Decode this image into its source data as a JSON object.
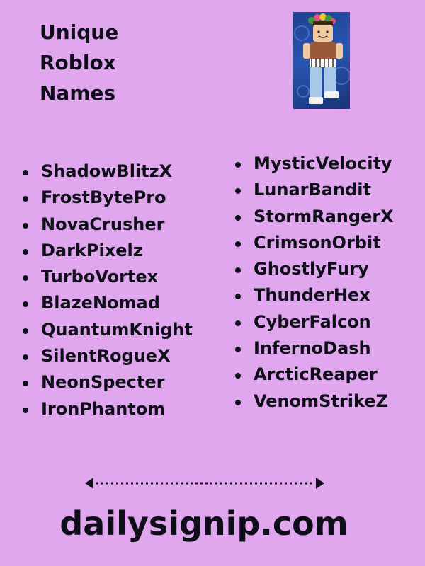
{
  "title": {
    "line1": "Unique",
    "line2": "Roblox",
    "line3": "Names"
  },
  "avatar": {
    "icon": "roblox-avatar-icon"
  },
  "names_left": [
    "ShadowBlitzX",
    "FrostBytePro",
    "NovaCrusher",
    "DarkPixelz",
    "TurboVortex",
    "BlazeNomad",
    "QuantumKnight",
    "SilentRogueX",
    "NeonSpecter",
    "IronPhantom"
  ],
  "names_right": [
    "MysticVelocity",
    "LunarBandit",
    "StormRangerX",
    "CrimsonOrbit",
    "GhostlyFury",
    "ThunderHex",
    "CyberFalcon",
    "InfernoDash",
    "ArcticReaper",
    "VenomStrikeZ"
  ],
  "divider": {
    "icon": "double-arrow-icon"
  },
  "footer": {
    "site": "dailysignip.com"
  },
  "colors": {
    "background": "#e0a6ee",
    "text": "#0f0f1a",
    "card": "#2856b0"
  }
}
